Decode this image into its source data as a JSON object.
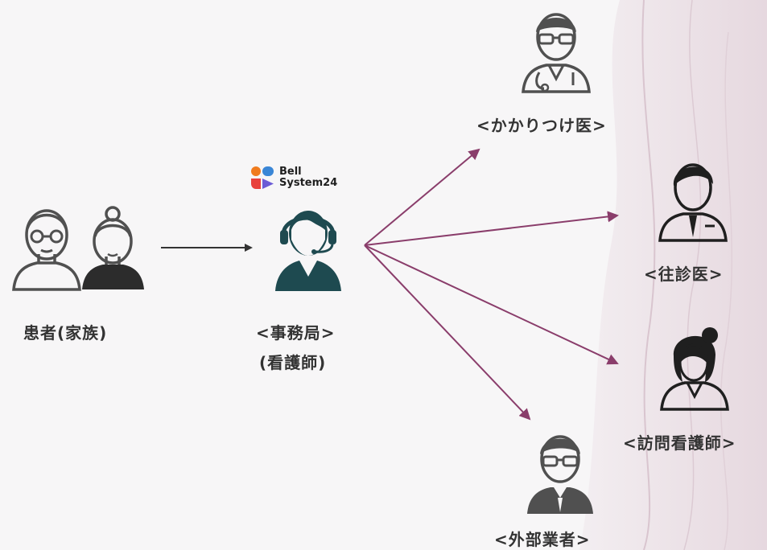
{
  "brand": {
    "line1": "Bell",
    "line2": "System24"
  },
  "labels": {
    "patient": "患者(家族)",
    "office": "<事務局>",
    "office_sub": "(看護師)",
    "family_doctor": "<かかりつけ医>",
    "visiting_doctor": "<往診医>",
    "visiting_nurse": "<訪問看護師>",
    "external": "<外部業者>"
  },
  "colors": {
    "arrow_accent": "#8a3d6b",
    "arrow_plain": "#333333",
    "icon_gray": "#505050",
    "icon_dark": "#1f1f1f",
    "operator_teal": "#1e4a50",
    "logo_orange": "#f07b1e",
    "logo_blue": "#3a86d6",
    "logo_red": "#e8413c",
    "logo_purple": "#6b5bd6"
  },
  "icons": [
    "elderly-man-icon",
    "elderly-woman-icon",
    "operator-headset-icon",
    "doctor-stethoscope-icon",
    "male-doctor-icon",
    "female-nurse-icon",
    "contractor-icon"
  ]
}
